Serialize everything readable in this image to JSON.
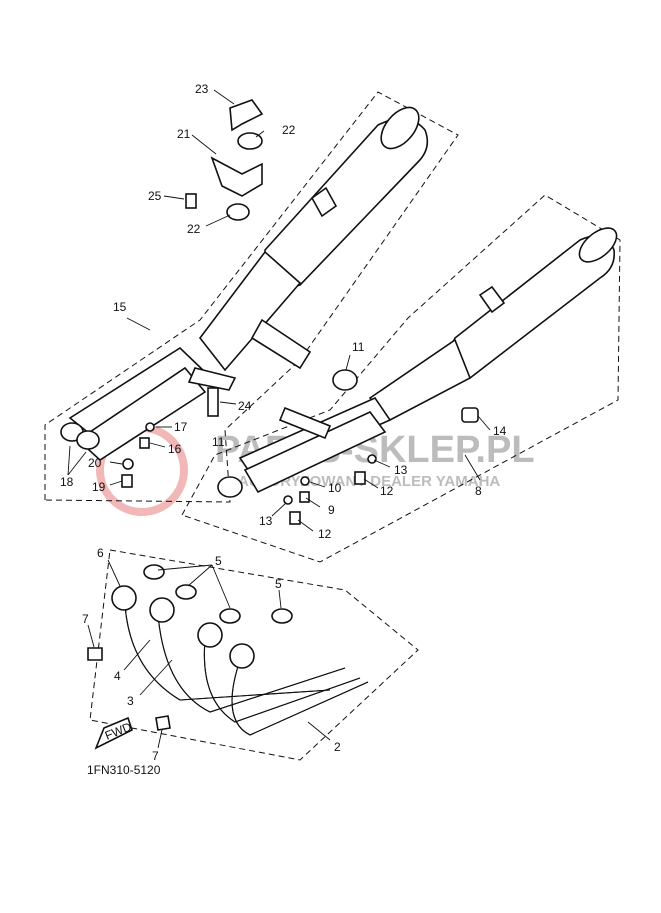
{
  "diagram": {
    "code": "1FN310-5120",
    "fwd": "FWD",
    "watermark": {
      "line1": "PARTS-SKLEP.PL",
      "line2": "AUTORYZOWANY DEALER YAMAHA"
    },
    "labels": {
      "n2": "2",
      "n3": "3",
      "n4": "4",
      "n5a": "5",
      "n5b": "5",
      "n6": "6",
      "n7a": "7",
      "n7b": "7",
      "n8": "8",
      "n9": "9",
      "n10": "10",
      "n11a": "11",
      "n11b": "11",
      "n12a": "12",
      "n12b": "12",
      "n13a": "13",
      "n13b": "13",
      "n14": "14",
      "n15": "15",
      "n16": "16",
      "n17": "17",
      "n18": "18",
      "n19": "19",
      "n20": "20",
      "n21": "21",
      "n22a": "22",
      "n22b": "22",
      "n23": "23",
      "n24": "24",
      "n25": "25"
    }
  }
}
